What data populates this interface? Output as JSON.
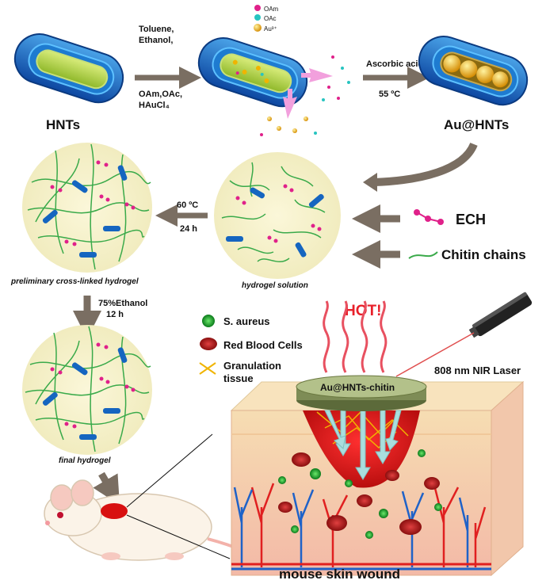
{
  "top_row": {
    "hnts_label": "HNTs",
    "step1_line1": "Toluene,",
    "step1_line2": "Ethanol,",
    "step1_line3": "OAm,OAc,",
    "step1_line4": "HAuCl₄",
    "legend_oam": "OAm",
    "legend_oac": "OAc",
    "legend_au": "Au³⁺",
    "step2_line1": "Ascorbic acid",
    "step2_line2": "55 ºC",
    "auhnts_label": "Au@HNTs"
  },
  "middle_row": {
    "heat_line1": "60 ºC",
    "heat_line2": "24 h",
    "prelim_label": "preliminary cross-linked hydrogel",
    "solution_label": "hydrogel solution",
    "ech_label": "ECH",
    "chitin_label": "Chitin chains"
  },
  "bottom": {
    "ethanol_line1": "75%Ethanol",
    "ethanol_line2": "12 h",
    "final_label": "final hydrogel",
    "legend_saureus": "S. aureus",
    "legend_rbc": "Red Blood Cells",
    "legend_gran1": "Granulation",
    "legend_gran2": "tissue",
    "hot_label": "HOT!",
    "laser_label": "808 nm NIR Laser",
    "dressing_label": "Au@HNTs-chitin",
    "wound_title": "mouse skin wound"
  },
  "colors": {
    "tube_blue": "#1565c0",
    "core_green": "#a8d040",
    "arrow_gray": "#7a6e62",
    "ech_pink": "#e0218a",
    "chitin_green": "#3aaa4a",
    "hot_red": "#e8202a"
  }
}
